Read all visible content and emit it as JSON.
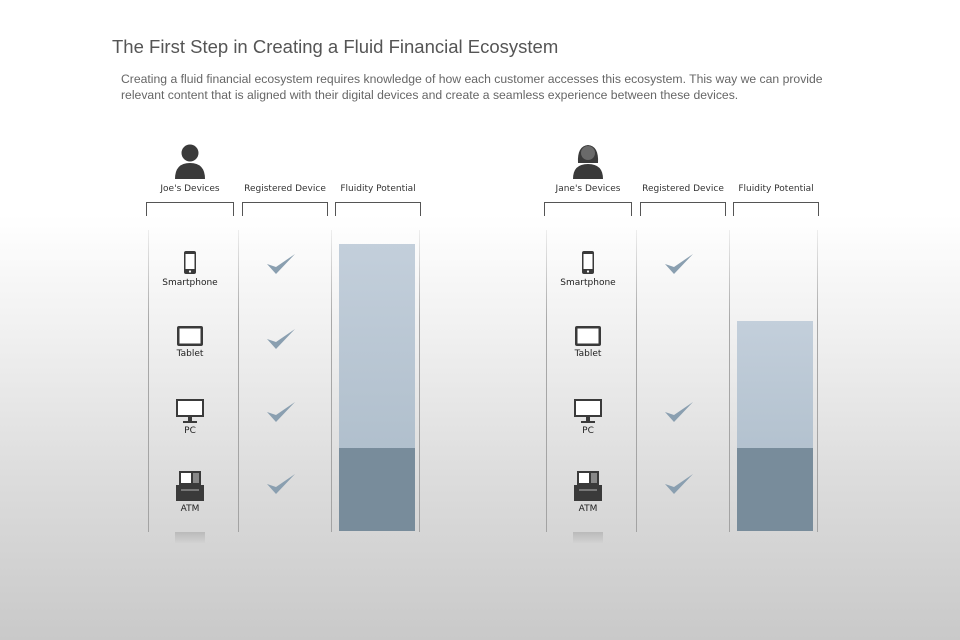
{
  "title": "The First Step in Creating a Fluid Financial Ecosystem",
  "intro": "Creating a fluid financial ecosystem requires knowledge of how each customer accesses this ecosystem. This way we can provide relevant content that is aligned with their digital devices and create a seamless experience between these devices.",
  "colors": {
    "check": "#8a9fb0",
    "fluid_light": "#b3c2cf",
    "fluid_dark": "#788c9b",
    "icon": "#3a3a3a"
  },
  "panels": [
    {
      "person": "male-person-icon",
      "headers": {
        "devices": "Joe's Devices",
        "registered": "Registered Device",
        "fluidity": "Fluidity Potential"
      },
      "devices": [
        {
          "label": "Smartphone",
          "icon": "smartphone-icon",
          "registered": true
        },
        {
          "label": "Tablet",
          "icon": "tablet-icon",
          "registered": true
        },
        {
          "label": "PC",
          "icon": "pc-icon",
          "registered": true
        },
        {
          "label": "ATM",
          "icon": "atm-icon",
          "registered": true
        }
      ],
      "fluidity": {
        "total": 1.0,
        "base": 0.29
      }
    },
    {
      "person": "female-person-icon",
      "headers": {
        "devices": "Jane's Devices",
        "registered": "Registered Device",
        "fluidity": "Fluidity Potential"
      },
      "devices": [
        {
          "label": "Smartphone",
          "icon": "smartphone-icon",
          "registered": true
        },
        {
          "label": "Tablet",
          "icon": "tablet-icon",
          "registered": false
        },
        {
          "label": "PC",
          "icon": "pc-icon",
          "registered": true
        },
        {
          "label": "ATM",
          "icon": "atm-icon",
          "registered": true
        }
      ],
      "fluidity": {
        "total": 0.73,
        "base": 0.29
      }
    }
  ]
}
